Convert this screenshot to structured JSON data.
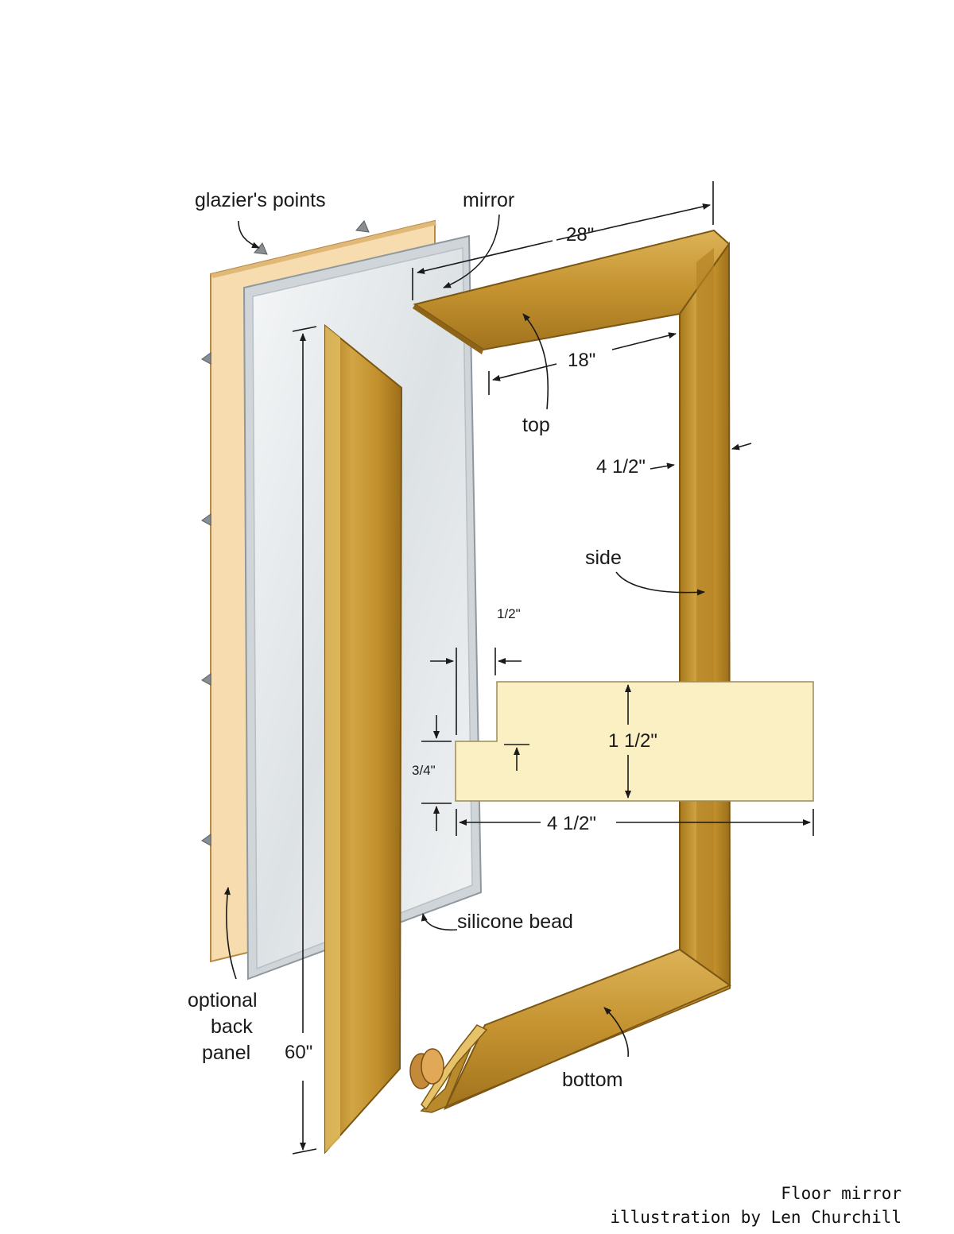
{
  "labels": {
    "glaziers_points": "glazier's points",
    "mirror": "mirror",
    "top": "top",
    "side": "side",
    "bottom": "bottom",
    "silicone_bead": "silicone bead",
    "back_panel_line1": "optional",
    "back_panel_line2": "back",
    "back_panel_line3": "panel"
  },
  "dimensions": {
    "overall_width": "28\"",
    "inner_width": "18\"",
    "frame_width": "4 1/2\"",
    "height": "60\"",
    "rabbet_depth": "1/2\"",
    "rabbet_height": "3/4\"",
    "stock_thickness": "1 1/2\"",
    "stock_width": "4 1/2\""
  },
  "caption": {
    "line1": "Floor mirror",
    "line2": "illustration by Len Churchill"
  },
  "colors": {
    "wood": "#c9982f",
    "wood_dark": "#a4761f",
    "wood_light": "#e2bb5c",
    "panel": "#f6dcae",
    "mirror": "#e9ecee",
    "profile": "#fbf0c3"
  }
}
